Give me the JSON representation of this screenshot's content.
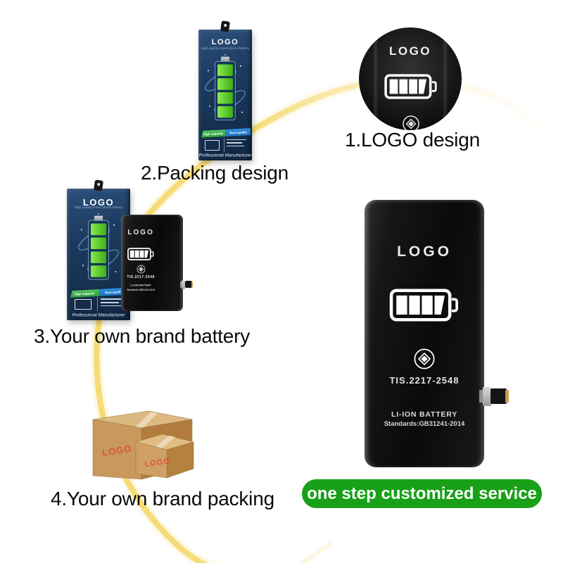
{
  "captions": {
    "step1": "1.LOGO design",
    "step2": "2.Packing design",
    "step3": "3.Your own brand battery",
    "step4": "4.Your own brand packing"
  },
  "logo_circle": {
    "logo": "LOGO"
  },
  "packaging": {
    "logo": "LOGO",
    "subtitle": "High quality smart phone battery",
    "ribbon_left": "High capacity",
    "ribbon_right": "Best quality",
    "footer": "Professional Manufacturer"
  },
  "battery": {
    "logo": "LOGO",
    "cert_code": "TIS.2217-2548",
    "type_line": "LI-ION BATTERY",
    "standards_line": "Standards:GB31241-2014"
  },
  "carton": {
    "logo_large_box": "LOGO",
    "logo_small_box": "LOGO"
  },
  "cta": {
    "label": "one step customized service"
  },
  "colors": {
    "cta_green": "#18a018",
    "curve_yellow": "#f2d96e",
    "packaging_navy": "#1c3a5e",
    "battery_black": "#121212",
    "carton_tan": "#c9985c",
    "carton_logo_red": "#e04437",
    "ribbon_green": "#3cab4a",
    "ribbon_blue": "#1d7fd4"
  }
}
